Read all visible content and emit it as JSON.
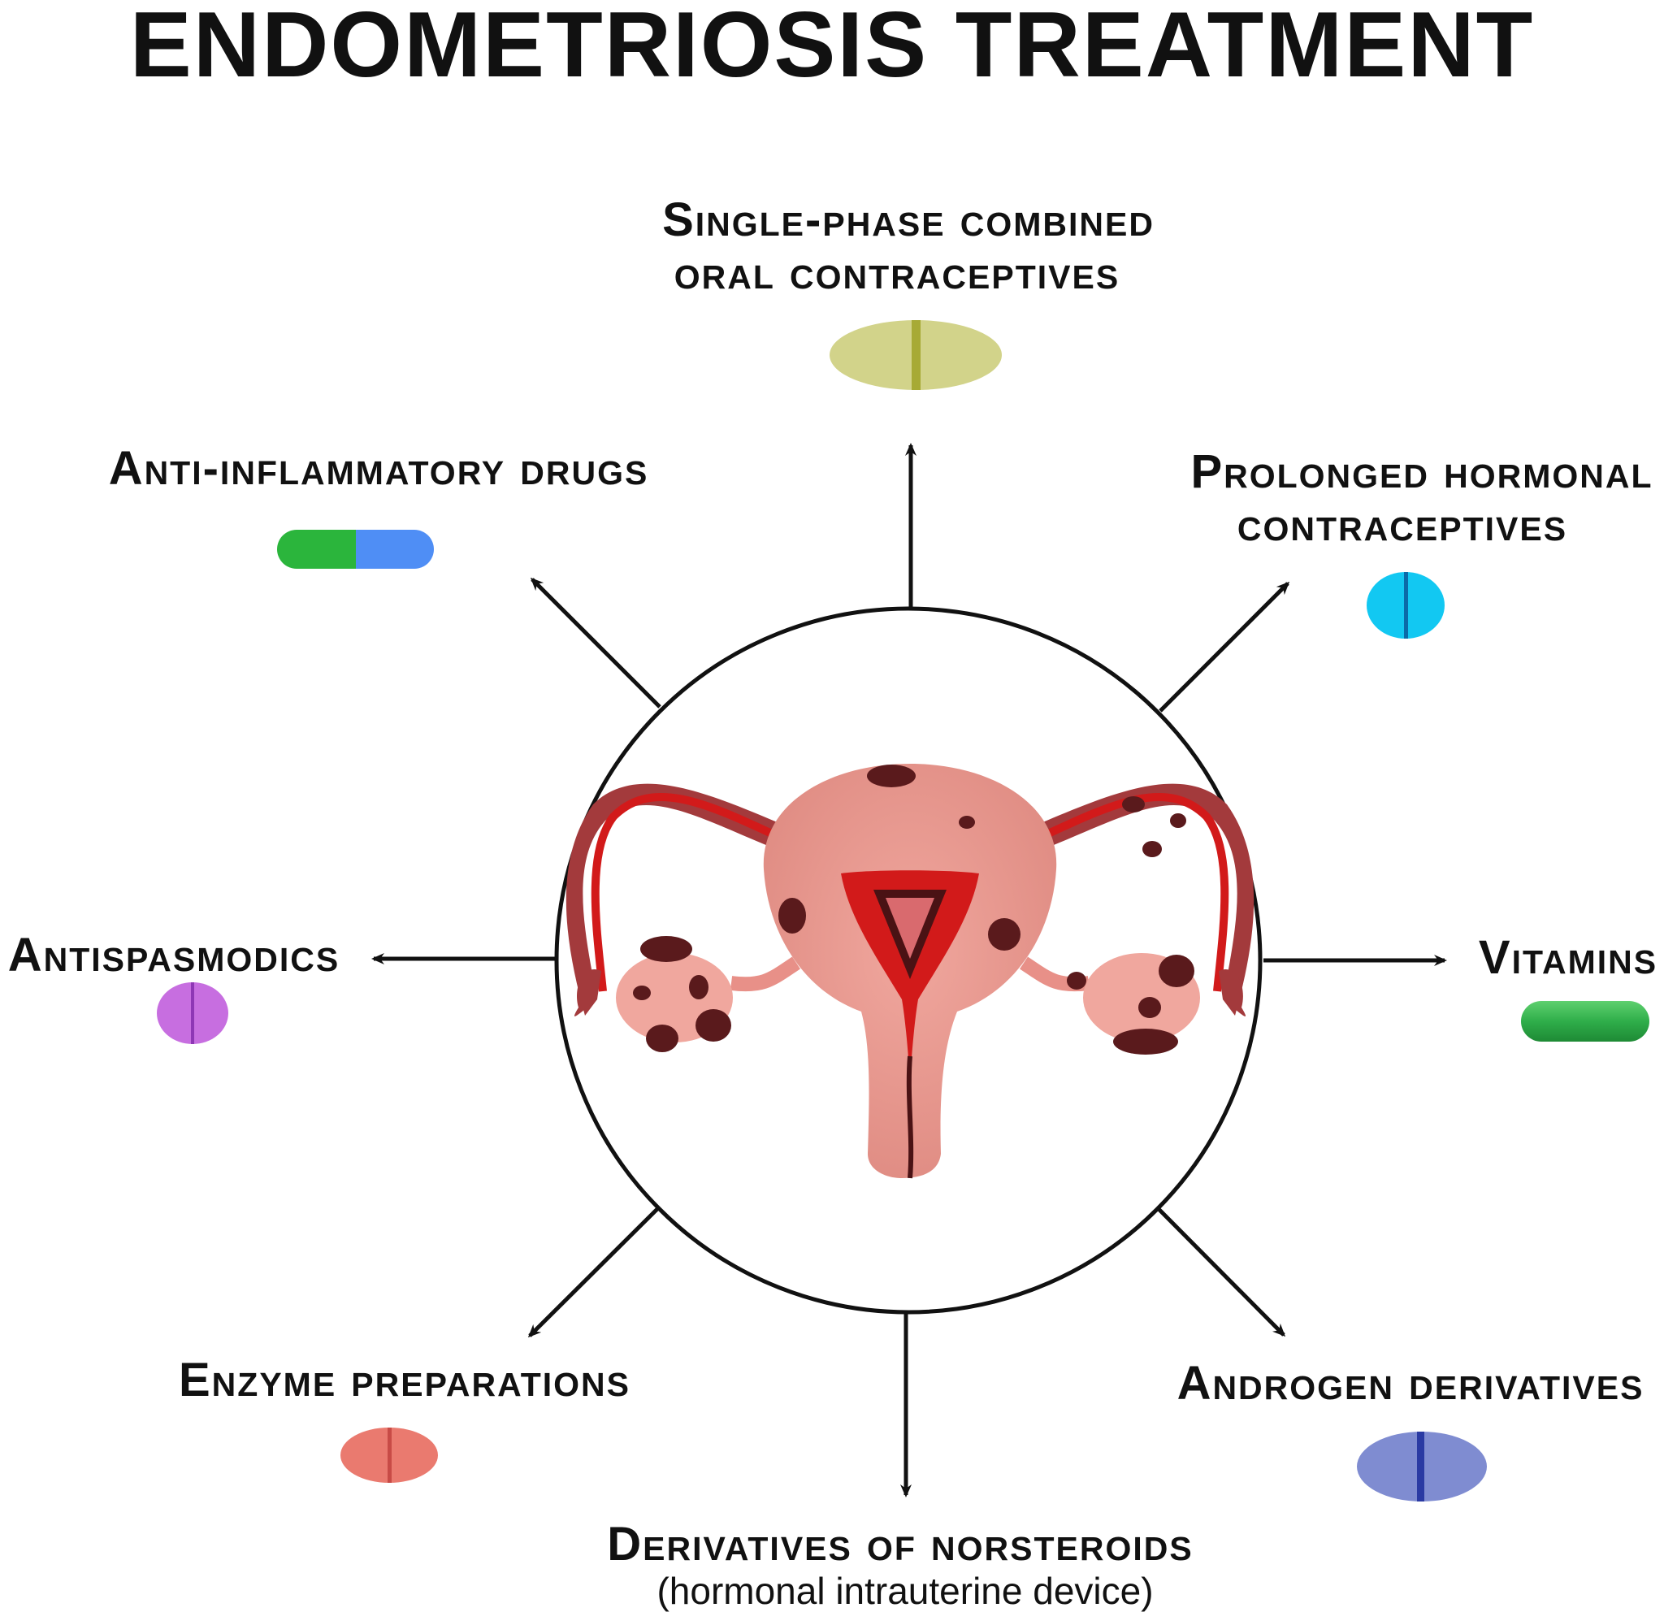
{
  "title": "ENDOMETRIOSIS TREATMENT",
  "treatments": {
    "top": {
      "line1": "Single-phase combined",
      "line2": "oral contraceptives"
    },
    "top_right": {
      "line1": "Prolonged hormonal",
      "line2": "contraceptives"
    },
    "right": {
      "line1": "Vitamins"
    },
    "bottom_right": {
      "line1": "Androgen derivatives"
    },
    "bottom": {
      "line1": "Derivatives of norsteroids",
      "line2": "(hormonal intrauterine device)"
    },
    "bottom_left": {
      "line1": "Enzyme preparations"
    },
    "left": {
      "line1": "Antispasmodics"
    },
    "top_left": {
      "line1": "Anti-inflammatory drugs"
    }
  },
  "colors": {
    "pill_top": "#d2d38a",
    "pill_top_right": "#12c8f2",
    "capsule_right": "#2fae4a",
    "pill_bottom_right": "#7f8cd1",
    "pill_bottom_left": "#ea7a6f",
    "pill_left": "#c76ee0",
    "capsule_top_left_a": "#2bb53c",
    "capsule_top_left_b": "#4f8ef5",
    "uterus_body": "#e89088",
    "tissue_red": "#d21a1a",
    "lesion": "#5a1a1c"
  }
}
